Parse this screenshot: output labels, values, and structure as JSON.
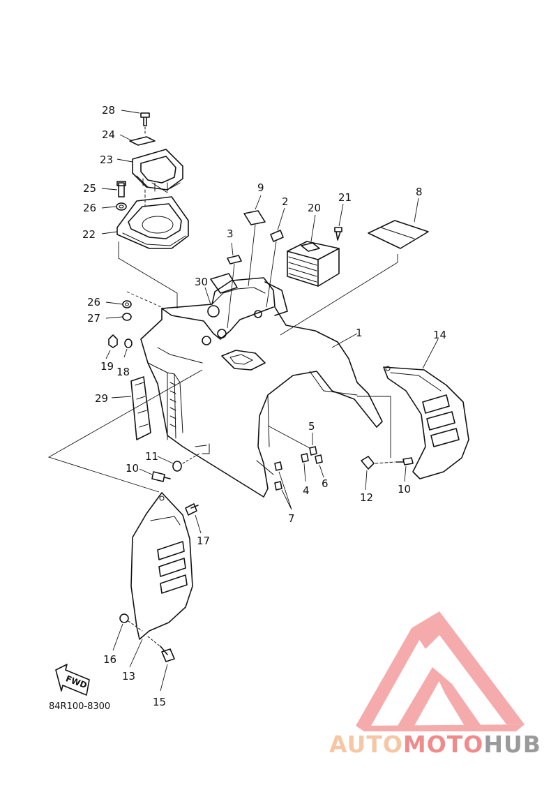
{
  "diagram": {
    "code": "84R100-8300",
    "fwd_label": "FWD",
    "callouts": [
      {
        "id": "c28",
        "text": "28"
      },
      {
        "id": "c24",
        "text": "24"
      },
      {
        "id": "c23",
        "text": "23"
      },
      {
        "id": "c25",
        "text": "25"
      },
      {
        "id": "c26a",
        "text": "26"
      },
      {
        "id": "c22",
        "text": "22"
      },
      {
        "id": "c9",
        "text": "9"
      },
      {
        "id": "c3",
        "text": "3"
      },
      {
        "id": "c2",
        "text": "2"
      },
      {
        "id": "c20",
        "text": "20"
      },
      {
        "id": "c21",
        "text": "21"
      },
      {
        "id": "c8",
        "text": "8"
      },
      {
        "id": "c30",
        "text": "30"
      },
      {
        "id": "c26b",
        "text": "26"
      },
      {
        "id": "c27",
        "text": "27"
      },
      {
        "id": "c1",
        "text": "1"
      },
      {
        "id": "c14",
        "text": "14"
      },
      {
        "id": "c19",
        "text": "19"
      },
      {
        "id": "c18",
        "text": "18"
      },
      {
        "id": "c29",
        "text": "29"
      },
      {
        "id": "c5",
        "text": "5"
      },
      {
        "id": "c11",
        "text": "11"
      },
      {
        "id": "c10a",
        "text": "10"
      },
      {
        "id": "c4",
        "text": "4"
      },
      {
        "id": "c6",
        "text": "6"
      },
      {
        "id": "c12",
        "text": "12"
      },
      {
        "id": "c10b",
        "text": "10"
      },
      {
        "id": "c7",
        "text": "7"
      },
      {
        "id": "c17",
        "text": "17"
      },
      {
        "id": "c16",
        "text": "16"
      },
      {
        "id": "c13",
        "text": "13"
      },
      {
        "id": "c15",
        "text": "15"
      }
    ]
  },
  "watermark": {
    "part1": "AUTO",
    "part2": "MOTO",
    "part3": "HUB",
    "colors": {
      "auto": "#f6c7a4",
      "moto": "#f08b8b",
      "hub": "#9a9a9a",
      "logo": "#f4a3a3"
    }
  }
}
